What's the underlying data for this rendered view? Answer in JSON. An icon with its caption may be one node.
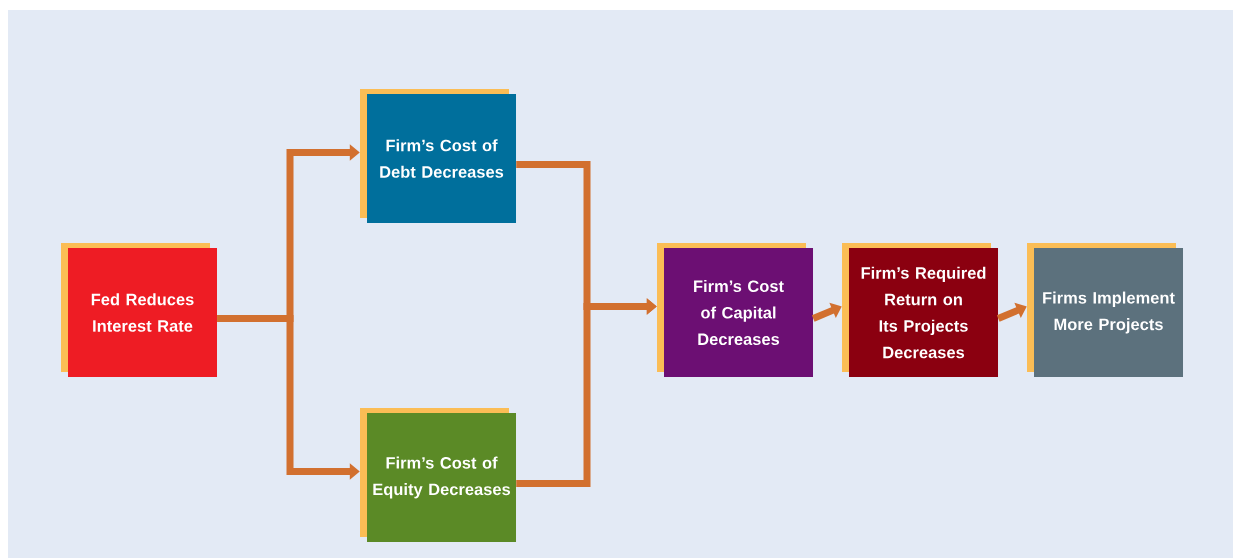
{
  "diagram": {
    "nodes": [
      {
        "text": [
          "Fed Reduces Interest Rate"
        ]
      },
      {
        "text": [
          "Firm’s Cost of Debt Decreases"
        ]
      },
      {
        "text": [
          "Firm’s Cost of Equity Decreases"
        ]
      },
      {
        "text": [
          "Firm’s Cost of Capital Decreases"
        ]
      },
      {
        "text": [
          "Firm’s Required Return on Its Projects Decreases"
        ]
      },
      {
        "text": [
          "Firms Implement More Projects"
        ]
      }
    ],
    "edges": [
      {
        "from": 0,
        "to": 1,
        "arrow": "to"
      },
      {
        "from": 0,
        "to": 2,
        "arrow": "to"
      },
      {
        "from": 1,
        "to": 3,
        "arrow": "to"
      },
      {
        "from": 2,
        "to": 3,
        "arrow": "to"
      },
      {
        "from": 3,
        "to": 4,
        "arrow": "to"
      },
      {
        "from": 4,
        "to": 5,
        "arrow": "to"
      }
    ]
  }
}
